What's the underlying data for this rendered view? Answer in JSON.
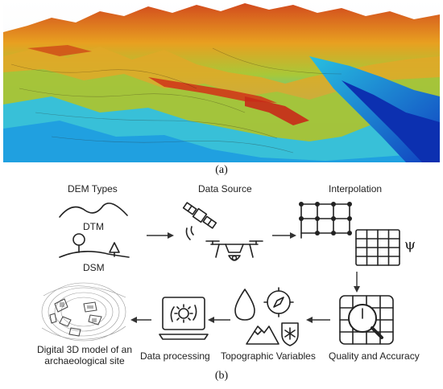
{
  "panel_a": {
    "label": "(a)",
    "image": "3d-dem-terrain-render"
  },
  "panel_b": {
    "label": "(b)",
    "steps": {
      "dem_types": {
        "title": "DEM Types",
        "dtm": "DTM",
        "dsm": "DSM"
      },
      "data_source": {
        "title": "Data Source"
      },
      "interpolation": {
        "title": "Interpolation",
        "psi": "ψ"
      },
      "quality": {
        "title": "Quality and Accuracy"
      },
      "topographic": {
        "title": "Topographic Variables"
      },
      "processing": {
        "title": "Data processing"
      },
      "model": {
        "title_line1": "Digital 3D model of an",
        "title_line2": "archaeological site"
      }
    }
  },
  "colors": {
    "terrain_high": "#c0392b",
    "terrain_mid": "#e8c020",
    "terrain_low": "#20b8d8",
    "water": "#1040c0",
    "icon_stroke": "#222222"
  }
}
